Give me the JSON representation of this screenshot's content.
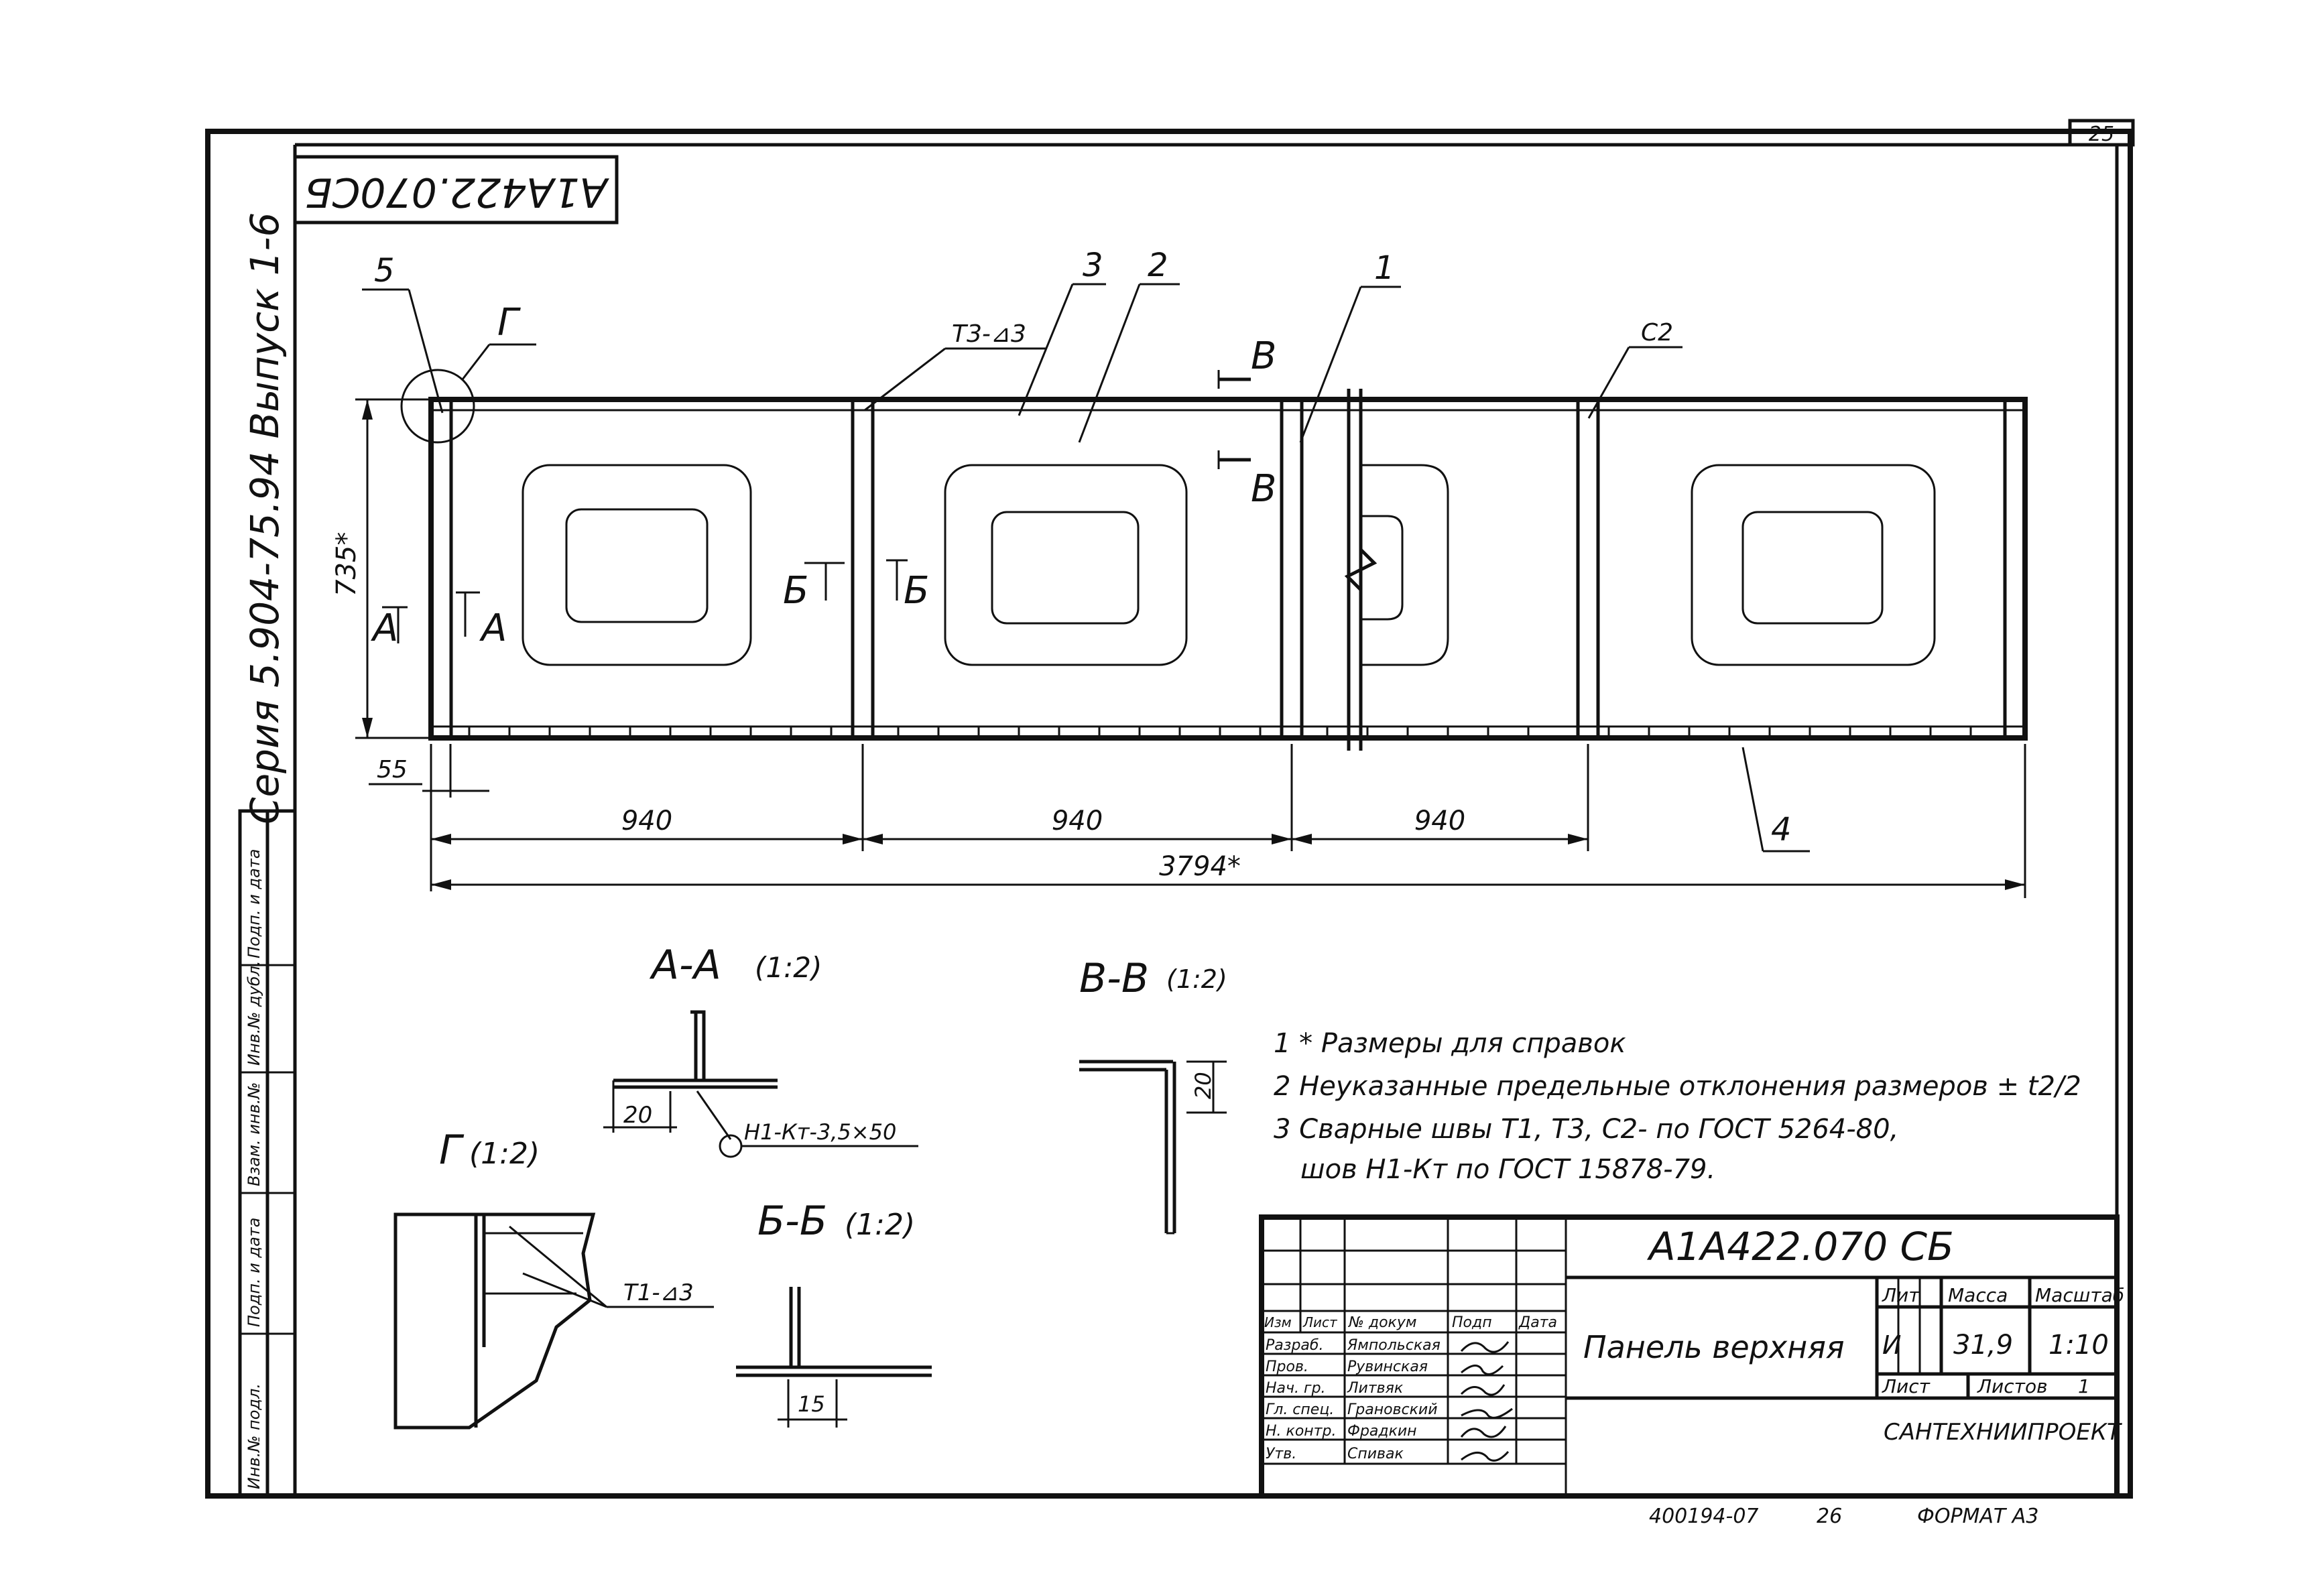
{
  "sheet": {
    "page_number": "25",
    "rotated_code": "А1А422.070СБ",
    "series_text": "Серия 5.904-75.94 Выпуск 1-6",
    "footer_code": "400194-07",
    "footer_num": "26",
    "format": "ФОРМАТ А3"
  },
  "side_stamp": [
    "Инв.№ подл.",
    "Подп. и дата",
    "Взам. инв.№",
    "Инв.№ дубл.",
    "Подп. и дата"
  ],
  "drawing": {
    "callouts": {
      "c5": "5",
      "cG": "Г",
      "c3": "3",
      "c2": "2",
      "c1": "1",
      "cT3": "Т3-⊿3",
      "cC2": "С2",
      "c4": "4"
    },
    "section_marks": {
      "A_left": "А",
      "A_right": "А",
      "B_left": "Б",
      "B_right": "Б",
      "V_top": "В",
      "V_bot": "В"
    },
    "dimensions": {
      "height": "735*",
      "offset": "55",
      "bay1": "940",
      "bay2": "940",
      "bay3": "940",
      "total": "3794*"
    }
  },
  "details": {
    "aa_title": "А-А",
    "aa_scale": "(1:2)",
    "aa_dim": "20",
    "aa_weld": "Н1-Кт-3,5×50",
    "vv_title": "В-В",
    "vv_scale": "(1:2)",
    "vv_dim": "20",
    "g_title": "Г",
    "g_scale": "(1:2)",
    "g_weld": "Т1-⊿3",
    "bb_title": "Б-Б",
    "bb_scale": "(1:2)",
    "bb_dim": "15"
  },
  "notes": {
    "n1": "1 * Размеры для справок",
    "n2": "2 Неуказанные предельные отклонения размеров ± t2/2",
    "n3a": "3 Сварные швы Т1, Т3, С2- по ГОСТ 5264-80,",
    "n3b": "шов Н1-Кт по ГОСТ 15878-79."
  },
  "title_block": {
    "doc_code": "А1А422.070 СБ",
    "name": "Панель верхняя",
    "lit_label": "Лит",
    "mass_label": "Масса",
    "scale_label": "Масштаб",
    "lit_value": "И",
    "mass_value": "31,9",
    "scale_value": "1:10",
    "sheet_label": "Лист",
    "sheets_label": "Листов",
    "sheets_value": "1",
    "org": "САНТЕХНИИПРОЕКТ",
    "header": {
      "izm": "Изм",
      "list": "Лист",
      "ndoc": "№ докум",
      "podp": "Подп",
      "data": "Дата"
    },
    "roles": [
      {
        "role": "Разраб.",
        "name": "Ямпольская"
      },
      {
        "role": "Пров.",
        "name": "Рувинская"
      },
      {
        "role": "Нач. гр.",
        "name": "Литвяк"
      },
      {
        "role": "Гл. спец.",
        "name": "Грановский"
      },
      {
        "role": "Н. контр.",
        "name": "Фрадкин"
      },
      {
        "role": "Утв.",
        "name": "Спивак"
      }
    ]
  }
}
